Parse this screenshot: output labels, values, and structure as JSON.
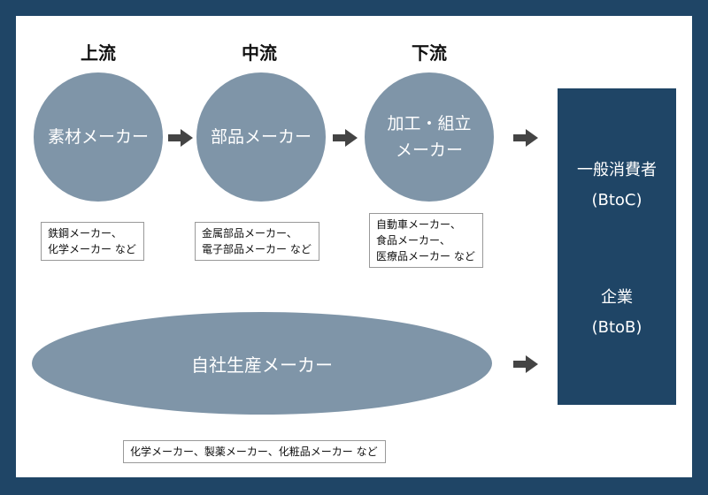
{
  "stages": [
    {
      "label": "上流",
      "circle_lines": [
        "素材メーカー"
      ],
      "examples": [
        "鉄鋼メーカー、",
        "化学メーカー など"
      ]
    },
    {
      "label": "中流",
      "circle_lines": [
        "部品メーカー"
      ],
      "examples": [
        "金属部品メーカー、",
        "電子部品メーカー など"
      ]
    },
    {
      "label": "下流",
      "circle_lines": [
        "加工・組立",
        "メーカー"
      ],
      "examples": [
        "自動車メーカー、",
        "食品メーカー、",
        "医療品メーカー など"
      ]
    }
  ],
  "self_production": {
    "label": "自社生産メーカー",
    "examples": "化学メーカー、製薬メーカー、化粧品メーカー など"
  },
  "customers": {
    "consumer": "一般消費者",
    "consumer_code": "(BtoC)",
    "business": "企業",
    "business_code": "(BtoB)"
  },
  "colors": {
    "frame": "#1f4566",
    "circle": "#7f95a8",
    "arrow": "#444444"
  }
}
